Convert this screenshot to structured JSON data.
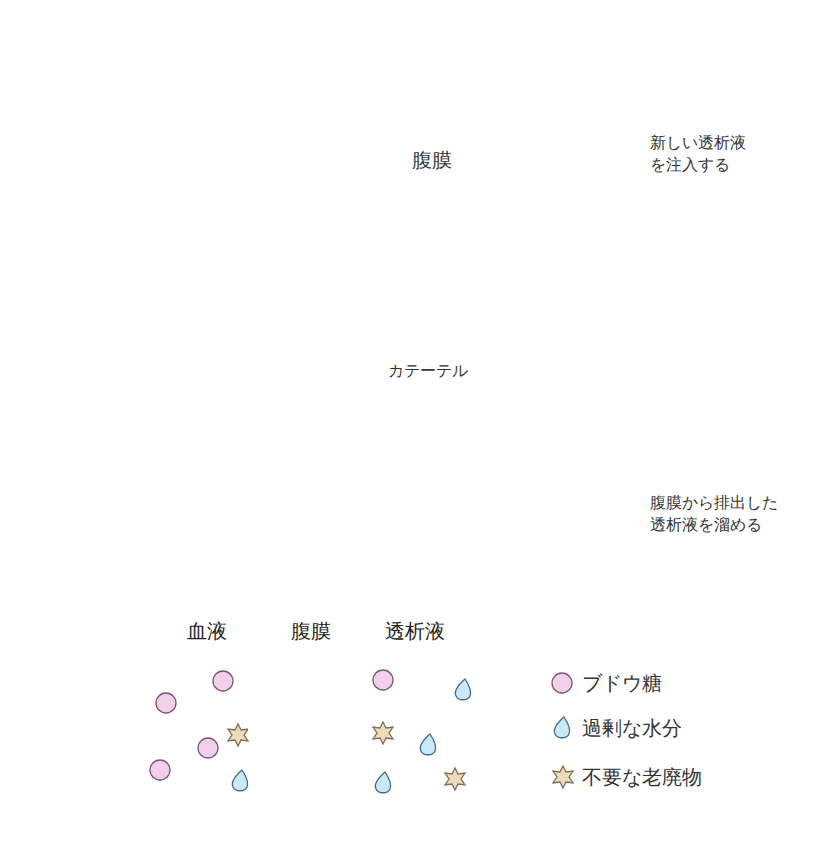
{
  "diagram": {
    "nodes": [
      {
        "text": [
          "血液"
        ]
      },
      {
        "text": [
          "腹膜"
        ]
      },
      {
        "text": [
          "透析液"
        ]
      }
    ],
    "edges": [
      {
        "from": 2,
        "to": 0,
        "arrow": "to"
      },
      {
        "from": 0,
        "to": 2,
        "arrow": "to"
      },
      {
        "from": 0,
        "to": 2,
        "arrow": "to"
      }
    ],
    "labels": [
      "腹膜",
      "新しい透析液 を注入する",
      "カテーテル",
      "腹膜から排出した 透析液を溜める"
    ],
    "legend": [
      {
        "text": "ブドウ糖"
      },
      {
        "text": "過剰な水分"
      },
      {
        "text": "不要な老廃物"
      }
    ]
  }
}
